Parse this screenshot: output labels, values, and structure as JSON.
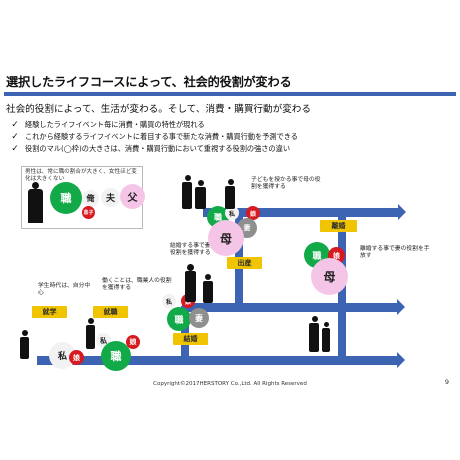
{
  "title": "選択したライフコースによって、社会的役割が変わる",
  "subtitle": "社会的役割によって、生活が変わる。そして、消費・購買行動が変わる",
  "bullets": [
    "経験したライフイベント毎に消費・購買の特性が現れる",
    "これから経験するライフイベントに着目する事で新たな消費・購買行動を予測できる",
    "役割のマル(◯枠)の大きさは、消費・購買行動において重視する役割の強さの違い"
  ],
  "legend_note": "男性は、常に職の割合が大きく、女性ほど変化は大きくない",
  "legend_bubbles": {
    "job": "職",
    "ore": "俺",
    "husband": "夫",
    "father": "父",
    "son": "息子"
  },
  "stages": {
    "student": {
      "label": "就学",
      "note": "学生時代は、自分中心",
      "bubbles": {
        "self": "私",
        "daughter": "娘"
      }
    },
    "employment": {
      "label": "就職",
      "note": "働くことは、職業人の役割を獲得する",
      "bubbles": {
        "self": "私",
        "daughter": "娘",
        "job": "職"
      }
    },
    "marriage": {
      "label": "結婚",
      "note": "結婚する事で妻の役割を獲得する",
      "bubbles": {
        "self": "私",
        "daughter": "娘",
        "job": "職",
        "wife": "妻"
      }
    },
    "birth": {
      "label": "出産",
      "note": "子どもを授かる事で母の役割を獲得する",
      "bubbles": {
        "job": "職",
        "self": "私",
        "daughter": "娘",
        "wife": "妻",
        "mother": "母"
      }
    },
    "divorce": {
      "label": "離婚",
      "note": "離婚する事で妻の役割を手放す",
      "bubbles": {
        "job": "職",
        "daughter": "娘",
        "mother": "母"
      }
    }
  },
  "footer": "Copyright©2017HERSTORY Co.,Ltd. All Rights Reserved",
  "page_number": "9",
  "colors": {
    "blue": "#3d63b3",
    "yellow": "#f0c400",
    "green": "#12aa48",
    "red": "#d71920",
    "pink": "#f5c5e7",
    "gray": "#8f8f8f"
  }
}
